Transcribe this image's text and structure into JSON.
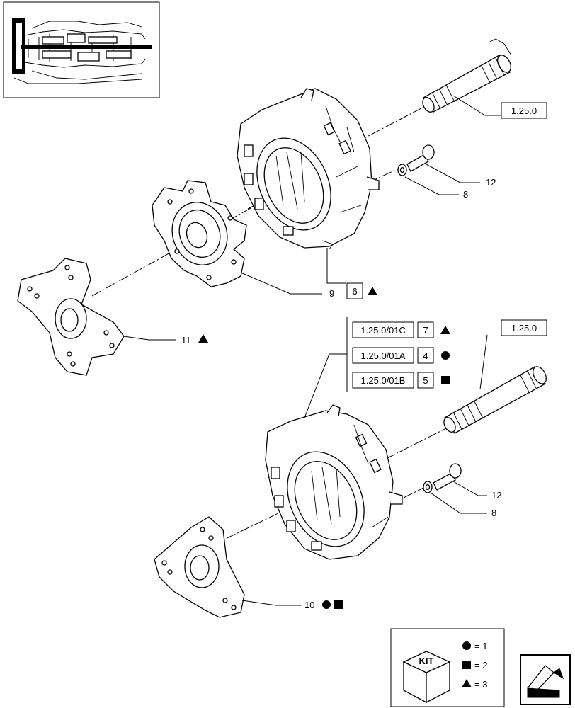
{
  "references": {
    "shaft_ref_top": "1.25.0",
    "shaft_ref_bottom": "1.25.0"
  },
  "callouts": {
    "bolt_top": "12",
    "washer_top": "8",
    "bolt_bottom": "12",
    "washer_bottom": "8",
    "disc_top": "9",
    "assembly_top_qty": "6",
    "plate_left": "11",
    "plate_bottom": "10"
  },
  "variant_table": [
    {
      "ref": "1.25.0/01C",
      "qty": "7",
      "symbol": "triangle"
    },
    {
      "ref": "1.25.0/01A",
      "qty": "4",
      "symbol": "circle"
    },
    {
      "ref": "1.25.0/01B",
      "qty": "5",
      "symbol": "square"
    }
  ],
  "kit_legend": {
    "kit_label": "KIT",
    "rows": [
      {
        "symbol": "circle",
        "text": "= 1"
      },
      {
        "symbol": "square",
        "text": "= 2"
      },
      {
        "symbol": "triangle",
        "text": "= 3"
      }
    ]
  }
}
